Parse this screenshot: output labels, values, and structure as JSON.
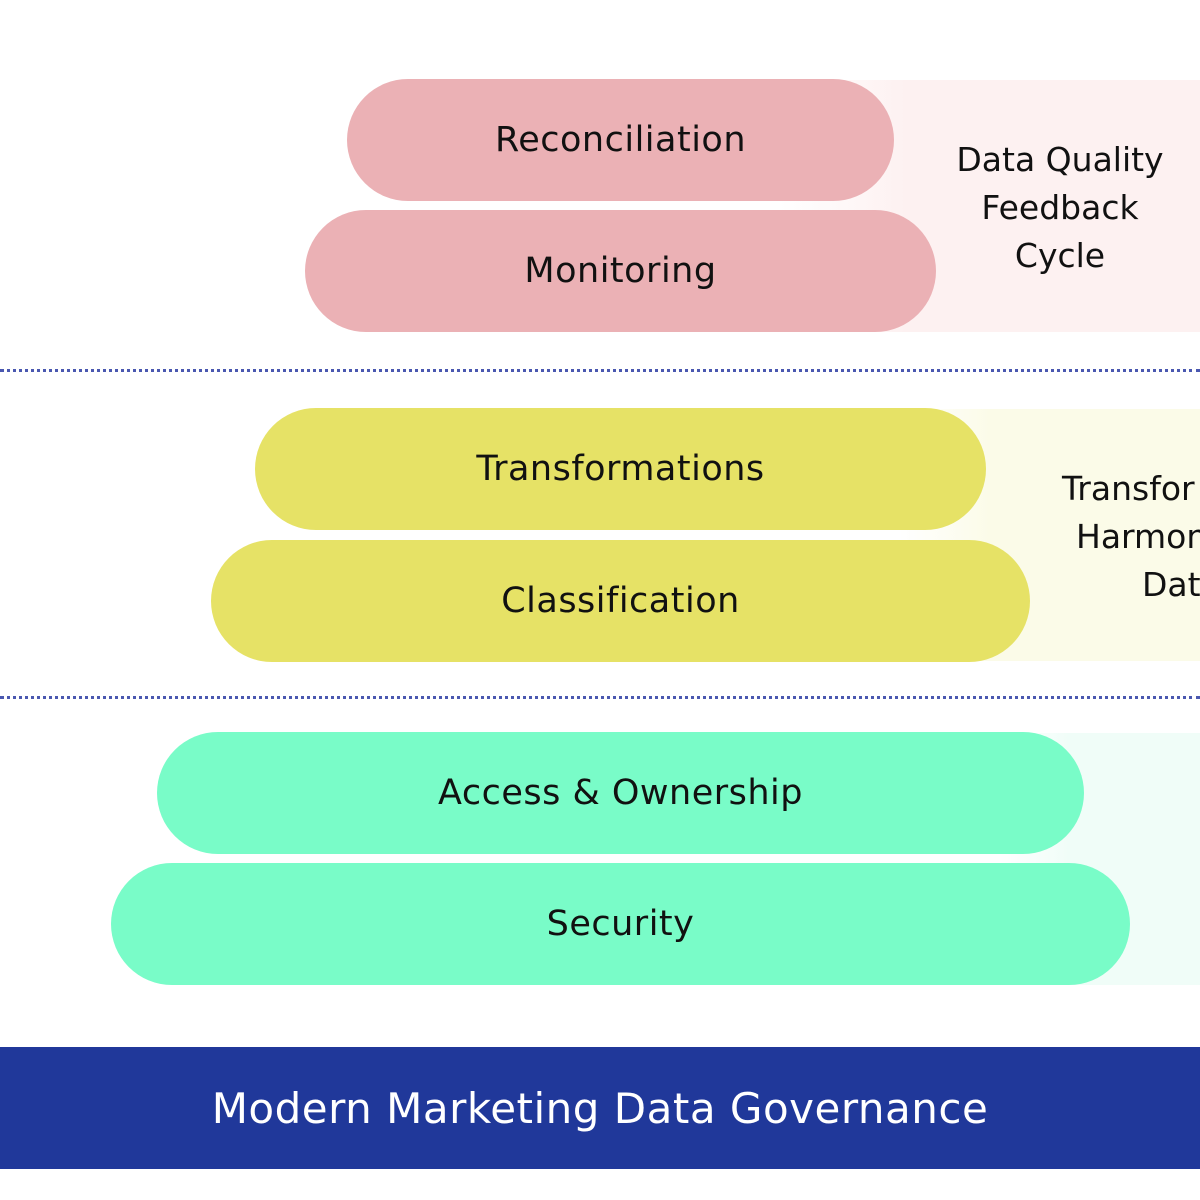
{
  "colors": {
    "quality": "#ebb1b5",
    "quality_fade": "#fdf1f1",
    "transform": "#e6e266",
    "transform_fade": "#fbfbe8",
    "security": "#79fcc8",
    "security_fade": "#f0fdf8",
    "divider": "#4a58b0",
    "footer": "#20389a"
  },
  "layers": [
    {
      "side_label_lines": [
        "Data Quality",
        "Feedback",
        "Cycle"
      ],
      "pills": [
        "Reconciliation",
        "Monitoring"
      ]
    },
    {
      "side_label_lines": [
        "Transfor",
        "Harmon",
        "Dat"
      ],
      "pills": [
        "Transformations",
        "Classification"
      ]
    },
    {
      "side_label_lines": [],
      "pills": [
        "Access & Ownership",
        "Security"
      ]
    }
  ],
  "footer": {
    "title": "Modern Marketing Data Governance"
  }
}
